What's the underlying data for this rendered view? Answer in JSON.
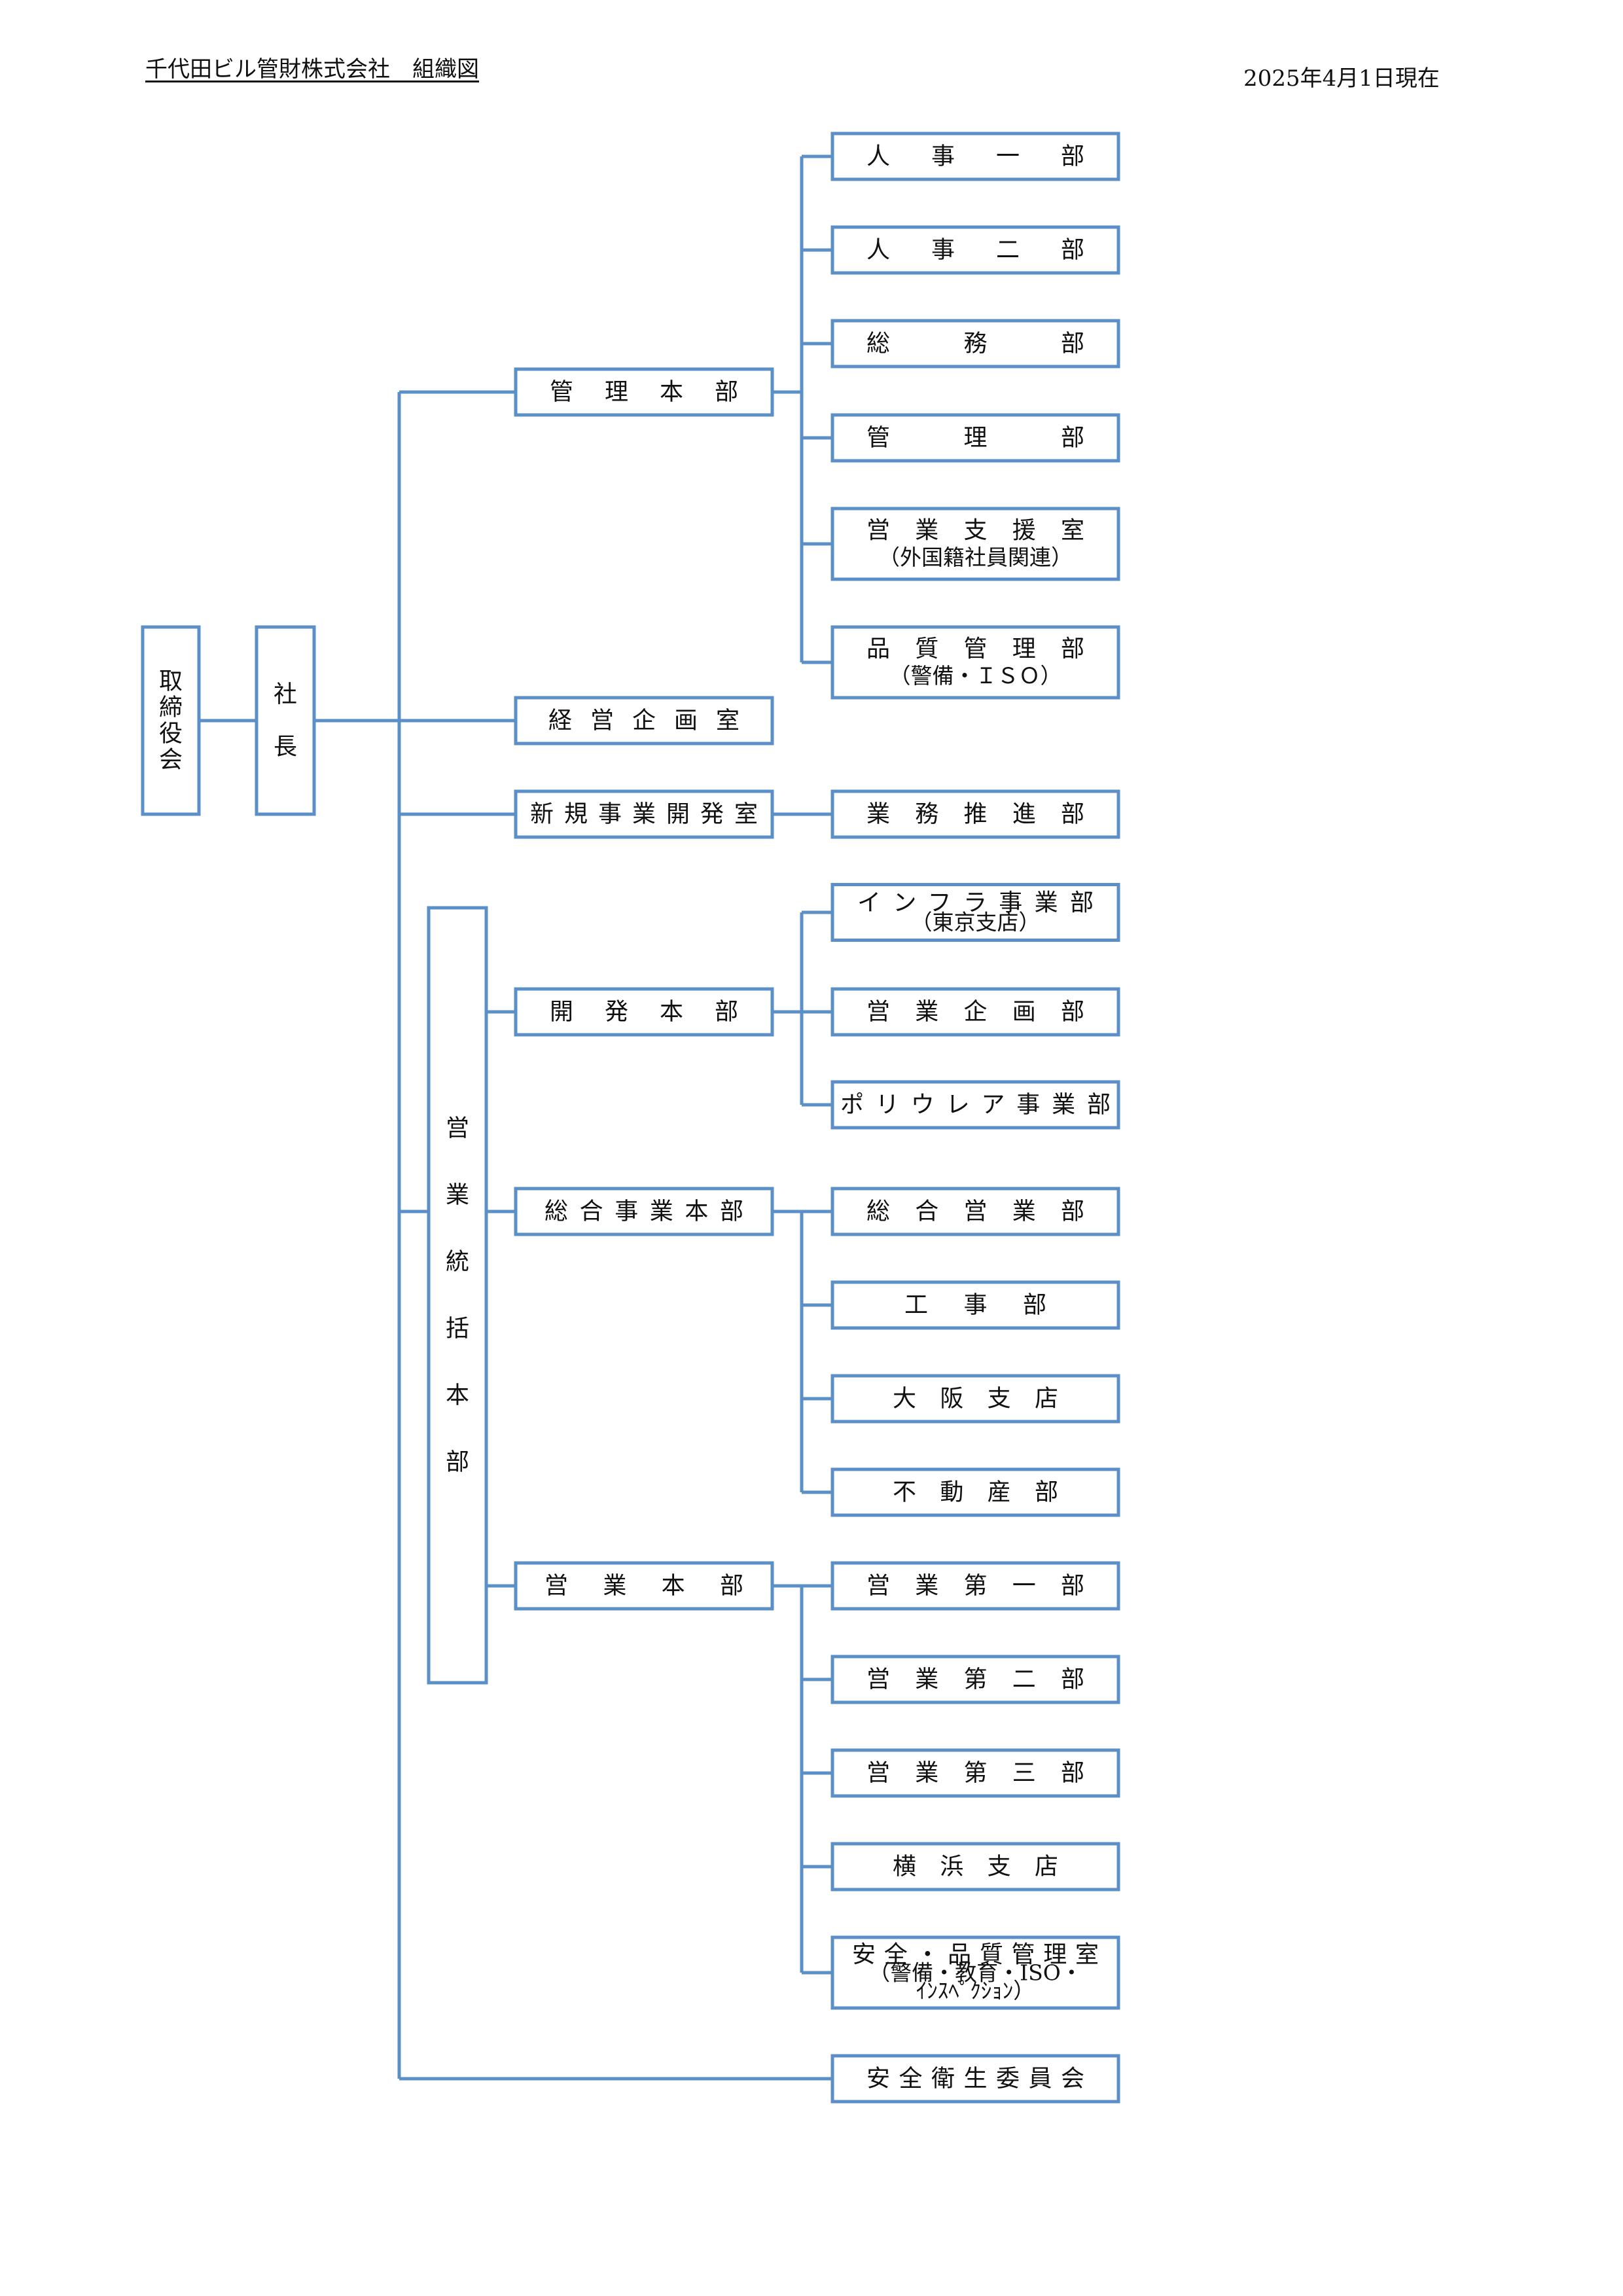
{
  "header": {
    "title": "千代田ビル管財株式会社　組織図",
    "date": "2025年4月1日現在"
  },
  "colors": {
    "line": "#5b8fc7",
    "text": "#111111",
    "background": "#ffffff"
  },
  "chart": {
    "board": {
      "label": "取締役会"
    },
    "president": {
      "label": "社長"
    },
    "sales_hq": {
      "label": "営業統括本部"
    },
    "mgmt_hq": {
      "label": "管理本部",
      "children": [
        {
          "lines": [
            "人事一部"
          ]
        },
        {
          "lines": [
            "人事二部"
          ]
        },
        {
          "lines": [
            "総務部"
          ]
        },
        {
          "lines": [
            "管理部"
          ]
        },
        {
          "lines": [
            "営業支援室",
            "（外国籍社員関連）"
          ]
        },
        {
          "lines": [
            "品質管理部",
            "（警備・ＩＳＯ）"
          ]
        }
      ]
    },
    "planning_office": {
      "label": "経営企画室"
    },
    "new_biz_office": {
      "label": "新規事業開発室",
      "children": [
        {
          "lines": [
            "業務推進部"
          ]
        }
      ]
    },
    "dev_hq": {
      "label": "開発本部",
      "children": [
        {
          "lines": [
            "インフラ事業部",
            "（東京支店）"
          ]
        },
        {
          "lines": [
            "営業企画部"
          ]
        },
        {
          "lines": [
            "ポリウレア事業部"
          ]
        }
      ]
    },
    "general_hq": {
      "label": "総合事業本部",
      "children": [
        {
          "lines": [
            "総合営業部"
          ]
        },
        {
          "lines": [
            "工事部"
          ]
        },
        {
          "lines": [
            "大阪支店"
          ]
        },
        {
          "lines": [
            "不動産部"
          ]
        }
      ]
    },
    "sales_div_hq": {
      "label": "営業本部",
      "children": [
        {
          "lines": [
            "営業第一部"
          ]
        },
        {
          "lines": [
            "営業第二部"
          ]
        },
        {
          "lines": [
            "営業第三部"
          ]
        },
        {
          "lines": [
            "横浜支店"
          ]
        },
        {
          "lines": [
            "安全・品質管理室",
            "（警備・教育・ISO・",
            "ｲﾝｽﾍﾟｸｼｮﾝ）"
          ]
        }
      ]
    },
    "safety_committee": {
      "label": "安全衛生委員会"
    }
  }
}
